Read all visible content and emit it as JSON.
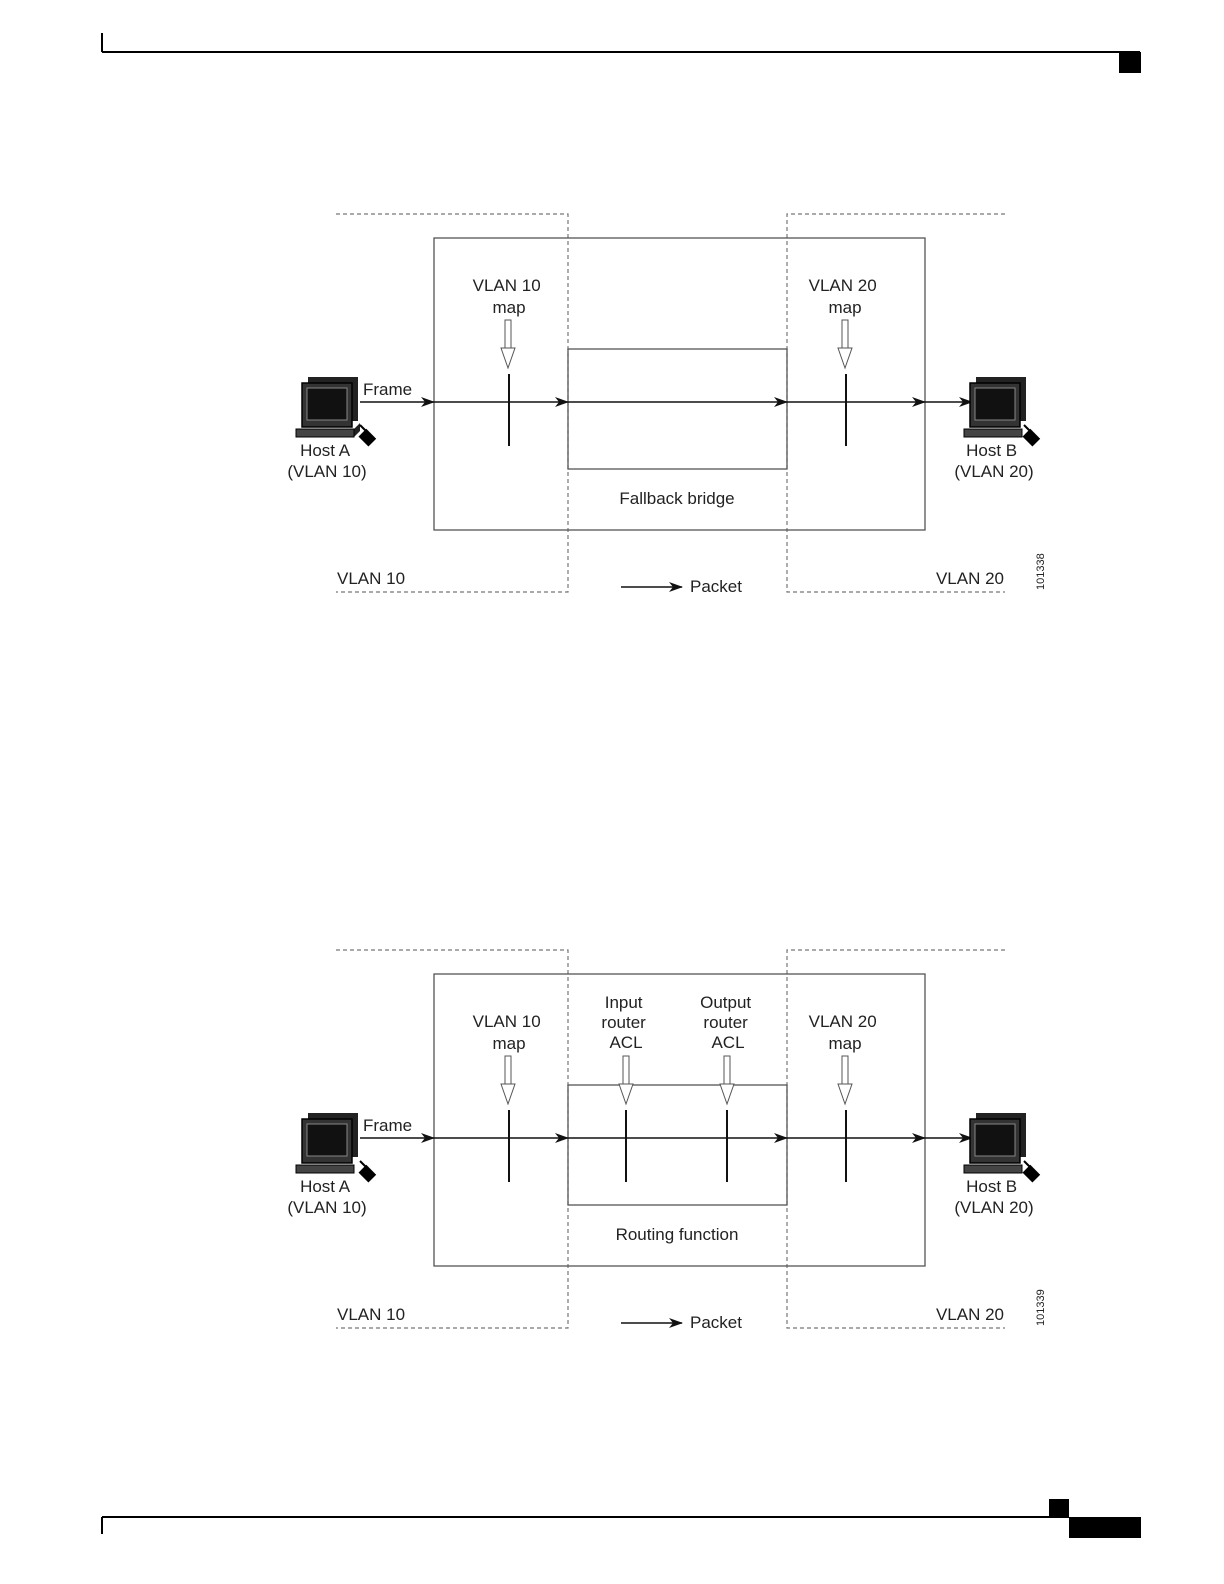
{
  "figures": [
    {
      "id": "fallback",
      "host_a_label": [
        "Host A",
        "(VLAN 10)"
      ],
      "host_b_label": [
        "Host B",
        "(VLAN 20)"
      ],
      "frame_label": "Frame",
      "vlan10_map_label": [
        "VLAN 10",
        "map"
      ],
      "vlan20_map_label": [
        "VLAN 20",
        "map"
      ],
      "inner_box_label": "Fallback bridge",
      "inner_filters": [],
      "zone_left_label": "VLAN 10",
      "zone_right_label": "VLAN 20",
      "legend_label": "Packet",
      "figure_id": "101338"
    },
    {
      "id": "routing",
      "host_a_label": [
        "Host A",
        "(VLAN 10)"
      ],
      "host_b_label": [
        "Host B",
        "(VLAN 20)"
      ],
      "frame_label": "Frame",
      "vlan10_map_label": [
        "VLAN 10",
        "map"
      ],
      "vlan20_map_label": [
        "VLAN 20",
        "map"
      ],
      "inner_box_label": "Routing function",
      "inner_filters": [
        [
          "Input",
          "router",
          "ACL"
        ],
        [
          "Output",
          "router",
          "ACL"
        ]
      ],
      "zone_left_label": "VLAN 10",
      "zone_right_label": "VLAN 20",
      "legend_label": "Packet",
      "figure_id": "101339"
    }
  ]
}
